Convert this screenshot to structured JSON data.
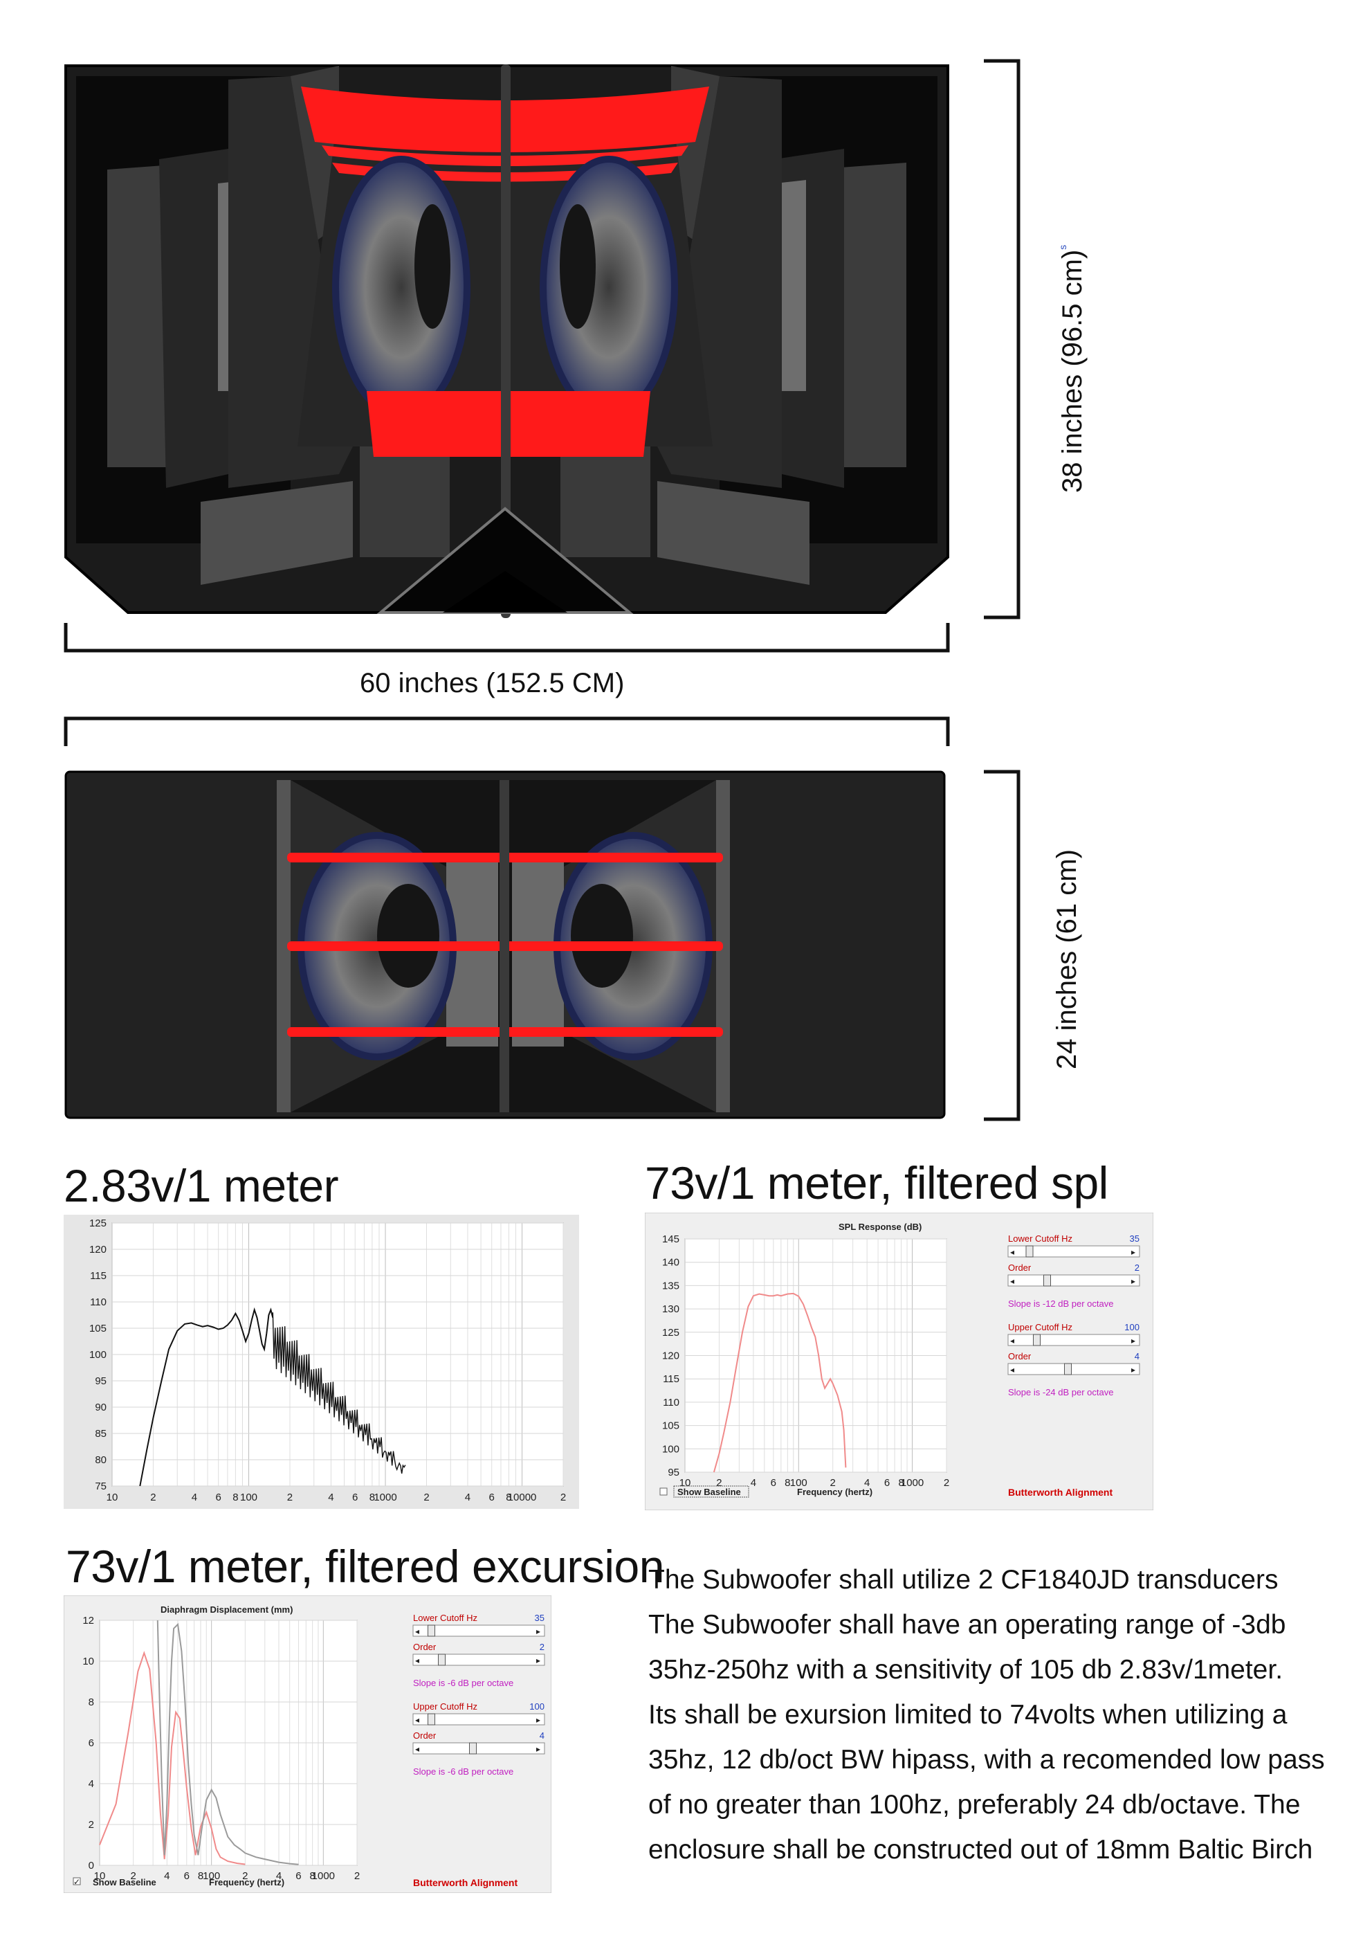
{
  "dimensions": {
    "width_label": "60 inches (152.5 CM)",
    "height_label_top": "38 inches (96.5 cm)",
    "height_label_top_suffix": "s",
    "height_label_bottom": "24 inches (61 cm)"
  },
  "headings": {
    "chart1": "2.83v/1 meter",
    "chart2": "73v/1 meter,  filtered spl",
    "chart3": "73v/1 meter,  filtered excursion"
  },
  "colors": {
    "accent_red": "#ff1a1a",
    "cabinet": "#1e1e1e",
    "driver_blue": "#27305a",
    "curve_black": "#111111",
    "curve_pink": "#f08a8a",
    "curve_gray": "#9a9a9a"
  },
  "chart_data": [
    {
      "type": "line",
      "title": "",
      "xscale": "log",
      "xlim": [
        10,
        20000
      ],
      "ylim": [
        75,
        125
      ],
      "y_ticks": [
        "125",
        "120",
        "115",
        "110",
        "105",
        "100",
        "95",
        "90",
        "85",
        "80",
        "75"
      ],
      "x_ticks": [
        "10",
        "2",
        "4",
        "6",
        "8",
        "100",
        "2",
        "4",
        "6",
        "8",
        "1000",
        "2",
        "4",
        "6",
        "8",
        "10000",
        "2"
      ],
      "series": [
        {
          "x": [
            16,
            18,
            20,
            23,
            26,
            30,
            34,
            38,
            42,
            46,
            50,
            55,
            60,
            65,
            70,
            75,
            80,
            85,
            90,
            95,
            100,
            105,
            110,
            115,
            120,
            125,
            130,
            135,
            140,
            145,
            150
          ],
          "y": [
            75,
            82,
            88,
            95,
            101,
            104.5,
            105.8,
            106,
            105.6,
            105.3,
            105.5,
            105.2,
            104.8,
            105,
            105.6,
            106.5,
            107.8,
            106.5,
            104.5,
            102.5,
            104,
            106.5,
            108.5,
            107,
            104.5,
            102,
            101,
            104,
            107.5,
            108.5,
            107
          ]
        }
      ],
      "comb_segment": {
        "x_start": 150,
        "x_end": 1400,
        "upper_start": 108,
        "upper_end": 79,
        "lower_start": 97,
        "lower_end": 76
      }
    },
    {
      "type": "line",
      "title": "SPL Response (dB)",
      "xlabel": "Frequency (hertz)",
      "xscale": "log",
      "xlim": [
        10,
        2000
      ],
      "ylim": [
        95,
        145
      ],
      "y_ticks": [
        "145",
        "140",
        "135",
        "130",
        "125",
        "120",
        "115",
        "110",
        "105",
        "100",
        "95"
      ],
      "x_ticks": [
        "10",
        "2",
        "4",
        "6",
        "8",
        "100",
        "2",
        "4",
        "6",
        "8",
        "1000",
        "2"
      ],
      "series": [
        {
          "x": [
            18,
            20,
            22,
            25,
            28,
            32,
            36,
            40,
            45,
            50,
            55,
            60,
            65,
            70,
            80,
            90,
            100,
            110,
            120,
            130,
            140,
            150,
            160,
            170,
            180,
            190,
            200,
            220,
            240,
            250,
            260
          ],
          "y": [
            95,
            99,
            103.5,
            110,
            117,
            125,
            130.5,
            132.8,
            133.2,
            133,
            132.8,
            132.8,
            133,
            132.8,
            133.2,
            133.3,
            132.7,
            131,
            128.5,
            126,
            124,
            120,
            115,
            113,
            114,
            115,
            114,
            111.5,
            108,
            104,
            96
          ]
        }
      ],
      "legend": {
        "show_baseline_label": "Show Baseline",
        "show_baseline_checked": false
      },
      "alignment_label": "Butterworth Alignment",
      "controls": [
        {
          "label": "Lower Cutoff  Hz",
          "value": "35",
          "slider_pos": 0.08
        },
        {
          "label": "Order",
          "value": "2",
          "slider_pos": 0.25
        },
        {
          "note": "Slope is -12 dB per octave"
        },
        {
          "label": "Upper Cutoff  Hz",
          "value": "100",
          "slider_pos": 0.15
        },
        {
          "label": "Order",
          "value": "4",
          "slider_pos": 0.45
        },
        {
          "note": "Slope is -24 dB per octave"
        }
      ]
    },
    {
      "type": "line",
      "title": "Diaphragm Displacement (mm)",
      "xlabel": "Frequency (hertz)",
      "xscale": "log",
      "xlim": [
        10,
        2000
      ],
      "ylim": [
        0,
        12
      ],
      "y_ticks": [
        "12",
        "10",
        "8",
        "6",
        "4",
        "2",
        "0"
      ],
      "x_ticks": [
        "10",
        "2",
        "4",
        "6",
        "8",
        "100",
        "2",
        "4",
        "6",
        "8",
        "1000",
        "2"
      ],
      "series": [
        {
          "name": "filtered",
          "x": [
            10,
            14,
            18,
            22,
            25,
            28,
            32,
            35,
            38,
            41,
            44,
            48,
            52,
            56,
            60,
            66,
            72,
            80,
            90,
            100,
            110,
            120,
            140,
            170,
            200
          ],
          "y": [
            1,
            3,
            6.5,
            9.5,
            10.4,
            9.6,
            6,
            2.5,
            0.3,
            2.5,
            5.8,
            7.5,
            7.2,
            5.5,
            3.8,
            1.8,
            0.5,
            1.9,
            2.6,
            1.8,
            0.8,
            0.4,
            0.2,
            0.1,
            0.05
          ]
        },
        {
          "name": "baseline",
          "x": [
            33,
            34,
            36,
            38,
            40,
            42,
            44,
            46,
            50,
            54,
            58,
            62,
            66,
            70,
            76,
            82,
            90,
            100,
            110,
            120,
            140,
            160,
            180,
            200,
            250,
            300,
            400,
            500,
            600
          ],
          "y": [
            12,
            9,
            4,
            0.5,
            3,
            7,
            10,
            11.6,
            11.8,
            10.5,
            8,
            5,
            3,
            1.5,
            0.5,
            1.8,
            3.2,
            3.7,
            3.3,
            2.5,
            1.4,
            1,
            0.8,
            0.6,
            0.4,
            0.3,
            0.15,
            0.08,
            0.04
          ]
        }
      ],
      "legend": {
        "show_baseline_label": "Show Baseline",
        "show_baseline_checked": true
      },
      "alignment_label": "Butterworth Alignment",
      "controls": [
        {
          "label": "Lower Cutoff  Hz",
          "value": "35",
          "slider_pos": 0.05
        },
        {
          "label": "Order",
          "value": "2",
          "slider_pos": 0.15
        },
        {
          "note": "Slope is -6 dB per octave"
        },
        {
          "label": "Upper Cutoff  Hz",
          "value": "100",
          "slider_pos": 0.05
        },
        {
          "label": "Order",
          "value": "4",
          "slider_pos": 0.45
        },
        {
          "note": "Slope is -6 dB per octave"
        }
      ]
    }
  ],
  "spec_text": [
    "The Subwoofer shall utilize 2 CF1840JD transducers",
    "The Subwoofer shall have an operating range of -3db",
    "35hz-250hz with a sensitivity of 105 db 2.83v/1meter.",
    "Its shall be exursion limited to 74volts when utilizing a",
    "35hz, 12 db/oct BW hipass, with a recomended low pass",
    "of no greater than 100hz, preferably 24 db/octave.  The",
    "enclosure shall be constructed out of 18mm Baltic Birch"
  ]
}
